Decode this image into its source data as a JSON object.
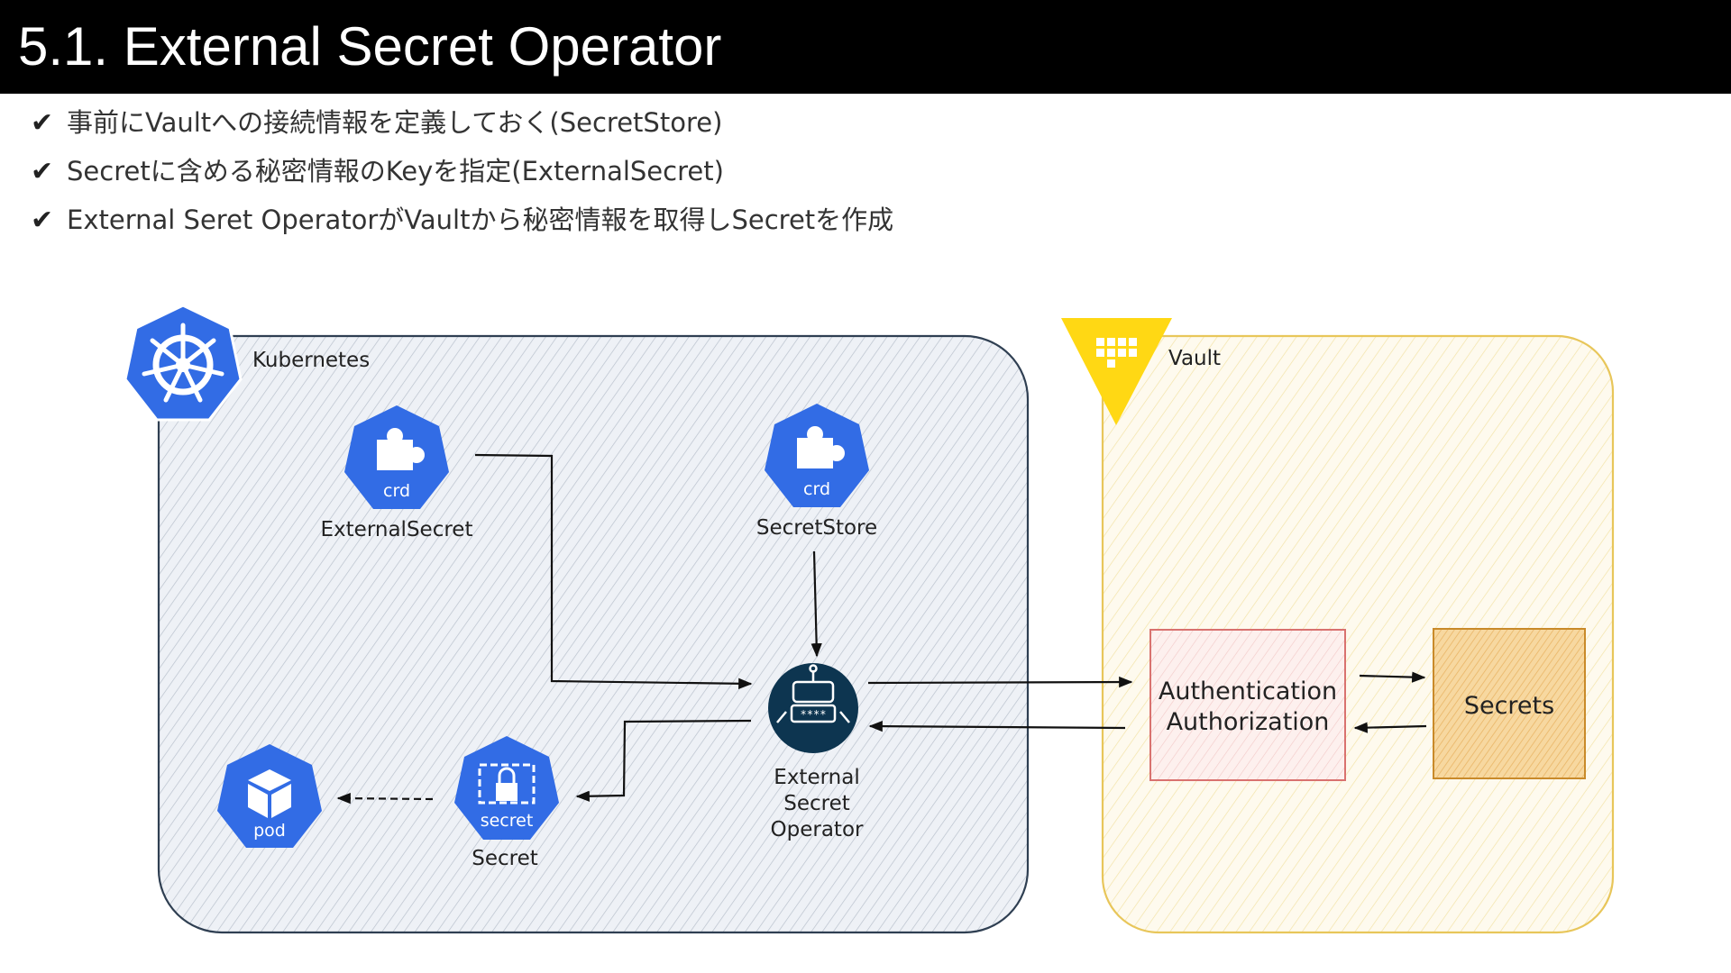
{
  "title": "5.1. External Secret Operator",
  "bullets": [
    {
      "check": "✔",
      "text": "事前にVaultへの接続情報を定義しておく(SecretStore)"
    },
    {
      "check": "✔",
      "text": "Secretに含める秘密情報のKeyを指定(ExternalSecret)"
    },
    {
      "check": "✔",
      "text": "External Seret OperatorがVaultから秘密情報を取得しSecretを作成"
    }
  ],
  "diagram": {
    "kubernetes": {
      "label": "Kubernetes"
    },
    "vault": {
      "label": "Vault"
    },
    "external_secret": {
      "badge": "crd",
      "label": "ExternalSecret",
      "icon": "puzzle-icon"
    },
    "secret_store": {
      "badge": "crd",
      "label": "SecretStore",
      "icon": "puzzle-icon"
    },
    "operator": {
      "line1": "External",
      "line2": "Secret",
      "line3": "Operator",
      "screen_text": "****",
      "icon": "robot-icon"
    },
    "secret": {
      "badge": "secret",
      "label": "Secret",
      "icon": "lock-icon"
    },
    "pod": {
      "badge": "pod",
      "icon": "cube-icon"
    },
    "auth_box": {
      "line1": "Authentication",
      "line2": "Authorization"
    },
    "secrets_box": {
      "label": "Secrets"
    }
  },
  "colors": {
    "k8s_blue": "#326ce5",
    "vault_yellow": "#ffd814",
    "operator_navy": "#0d3550",
    "auth_border": "#d9726f",
    "secrets_fill": "#f7d8a0",
    "secrets_border": "#c98a2a"
  }
}
